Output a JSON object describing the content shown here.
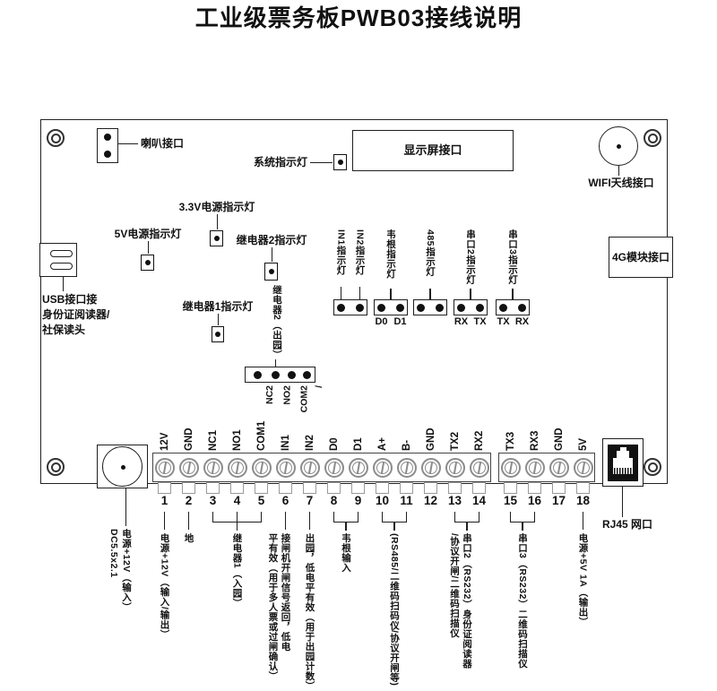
{
  "title": "工业级票务板PWB03接线说明",
  "board": {
    "speaker_label": "喇叭接口",
    "system_led_label": "系统指示灯",
    "display_label": "显示屏接口",
    "wifi_label": "WIFI天线接口",
    "module_4g_label": "4G模块接口",
    "usb_lines": [
      "USB接口接",
      "身份证阅读器/",
      "社保读头"
    ],
    "led_labels": {
      "v5": "5V电源指示灯",
      "v33": "3.3V电源指示灯",
      "relay2": "继电器2指示灯",
      "relay1": "继电器1指示灯"
    },
    "relay2": {
      "label": "继电器2（出园）",
      "pins": [
        "NC2",
        "NO2",
        "COM2",
        "/"
      ]
    }
  },
  "indicators": [
    {
      "labels": [
        "IN1指示灯",
        "IN2指示灯"
      ],
      "pins": [
        "",
        ""
      ]
    },
    {
      "labels": [
        "韦根指示灯"
      ],
      "pins": [
        "D0",
        "D1"
      ]
    },
    {
      "labels": [
        "485指示灯"
      ],
      "pins": [
        "",
        ""
      ]
    },
    {
      "labels": [
        "串口2指示灯"
      ],
      "pins": [
        "RX",
        "TX"
      ]
    },
    {
      "labels": [
        "串口3指示灯"
      ],
      "pins": [
        "TX",
        "RX"
      ]
    }
  ],
  "terminals": {
    "labels": [
      "12V",
      "GND",
      "NC1",
      "NO1",
      "COM1",
      "IN1",
      "IN2",
      "D0",
      "D1",
      "A+",
      "B-",
      "GND",
      "TX2",
      "RX2",
      "TX3",
      "RX3",
      "GND",
      "5V"
    ],
    "numbers": [
      "1",
      "2",
      "3",
      "4",
      "5",
      "6",
      "7",
      "8",
      "9",
      "10",
      "11",
      "12",
      "13",
      "14",
      "15",
      "16",
      "17",
      "18"
    ]
  },
  "pin_annotations": [
    {
      "pins": [
        1
      ],
      "text": "电源+12V（输入/输出）"
    },
    {
      "pins": [
        2
      ],
      "text": "地"
    },
    {
      "pins": [
        3,
        4,
        5
      ],
      "text": "继电器1（入园）"
    },
    {
      "pins": [
        6
      ],
      "text": "接闸机开闸信号返回，低电\n平有效（用于多人票或过闸确认）"
    },
    {
      "pins": [
        7
      ],
      "text": "出园，低电平有效（用于出园计数）"
    },
    {
      "pins": [
        8,
        9
      ],
      "text": "韦根输入"
    },
    {
      "pins": [
        10,
        11
      ],
      "text": "(RS485/二维码扫码仪/协议开闸等)"
    },
    {
      "pins": [
        13,
        14
      ],
      "text": "串口2（RS232）身份证阅读器\n/协议开闸/二维码扫描仪"
    },
    {
      "pins": [
        15,
        16
      ],
      "text": "串口3（RS232）二维码扫描仪"
    },
    {
      "pins": [
        18
      ],
      "text": "电源+5V 1A（输出）"
    }
  ],
  "power_jack_label": "电源+12V（输入）\nDC5.5x2.1",
  "rj45_label": "RJ45 网口"
}
